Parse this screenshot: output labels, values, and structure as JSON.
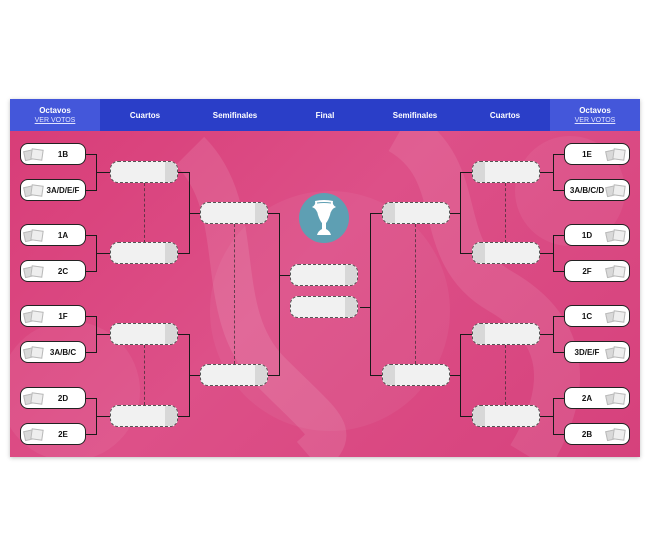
{
  "header": {
    "rounds": [
      {
        "label": "Octavos",
        "sub": "VER VOTOS"
      },
      {
        "label": "Cuartos"
      },
      {
        "label": "Semifinales"
      },
      {
        "label": "Final"
      },
      {
        "label": "Semifinales"
      },
      {
        "label": "Cuartos"
      },
      {
        "label": "Octavos",
        "sub": "VER VOTOS"
      }
    ]
  },
  "left_teams": [
    "1B",
    "3A/D/E/F",
    "1A",
    "2C",
    "1F",
    "3A/B/C",
    "2D",
    "2E"
  ],
  "right_teams": [
    "1E",
    "3A/B/C/D",
    "1D",
    "2F",
    "1C",
    "3D/E/F",
    "2A",
    "2B"
  ],
  "colors": {
    "header": "#2a3ec8",
    "header_active": "#4457da",
    "field": "#d83d78",
    "trophy_bg": "#5e9fb3"
  },
  "icons": {
    "trophy": "trophy-icon",
    "flag": "flag-icon"
  }
}
